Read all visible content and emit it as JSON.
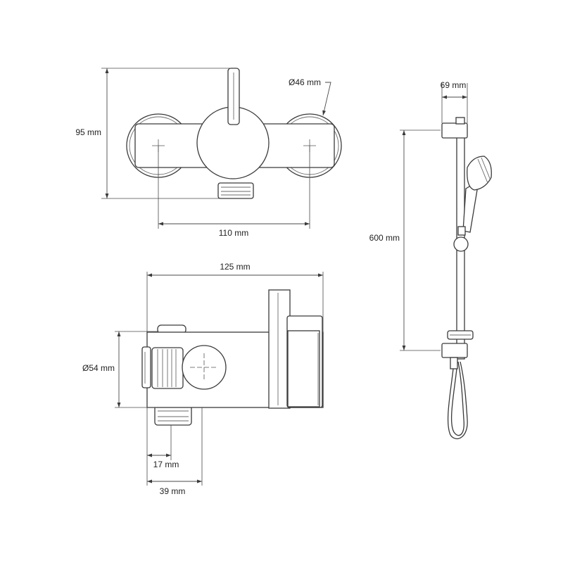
{
  "dimensions": {
    "height_front": "95 mm",
    "diameter_control": "Ø46 mm",
    "centres": "110 mm",
    "depth_total": "125 mm",
    "diameter_body": "Ø54 mm",
    "depth_inlet": "17 mm",
    "depth_outlet": "39 mm",
    "rail_width": "69 mm",
    "rail_length": "600 mm"
  }
}
